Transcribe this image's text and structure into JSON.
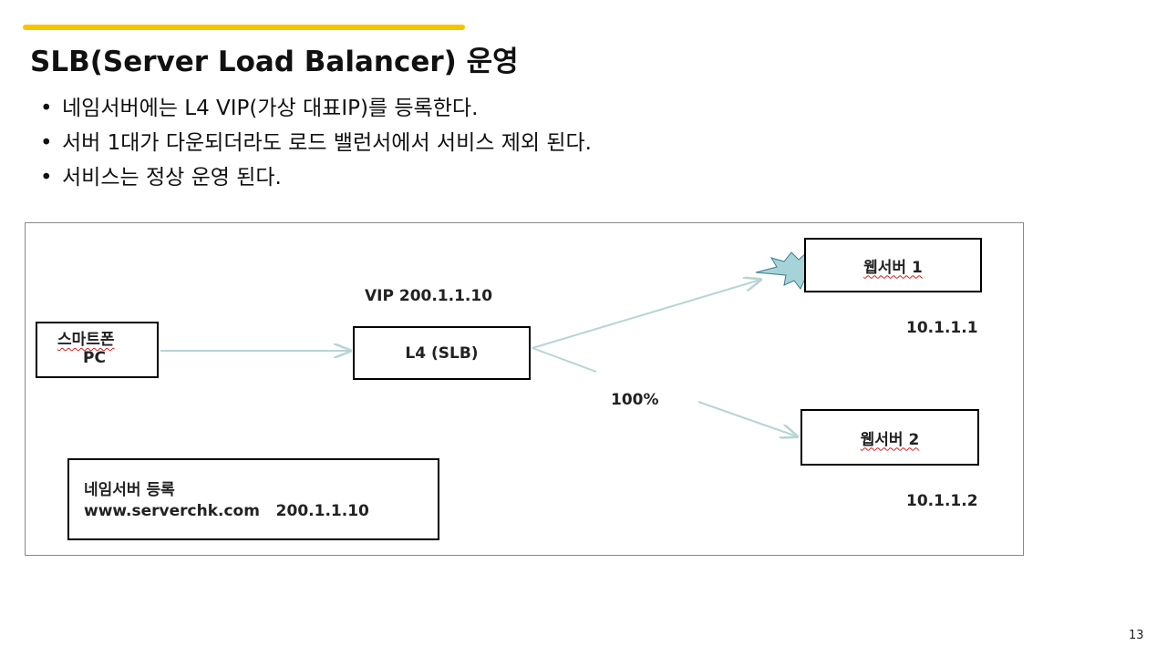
{
  "slide": {
    "title": "SLB(Server Load Balancer) 운영",
    "bullets": [
      "네임서버에는 L4 VIP(가상 대표IP)를 등록한다.",
      "서버 1대가 다운되더라도 로드 밸런서에서 서비스 제외 된다.",
      "서비스는 정상 운영 된다."
    ],
    "page_number": "13",
    "accent_color": "#f5c400"
  },
  "diagram": {
    "client": {
      "line1": "스마트폰",
      "line2": "PC"
    },
    "vip_label": "VIP 200.1.1.10",
    "l4": "L4 (SLB)",
    "server1": {
      "name": "웹서버 1",
      "ip": "10.1.1.1",
      "status_icon": "explosion-icon"
    },
    "server2": {
      "name": "웹서버 2",
      "ip": "10.1.1.2"
    },
    "traffic_label": "100%",
    "dns": {
      "line1": "네임서버 등록",
      "line2": "www.serverchk.com   200.1.1.10"
    }
  }
}
